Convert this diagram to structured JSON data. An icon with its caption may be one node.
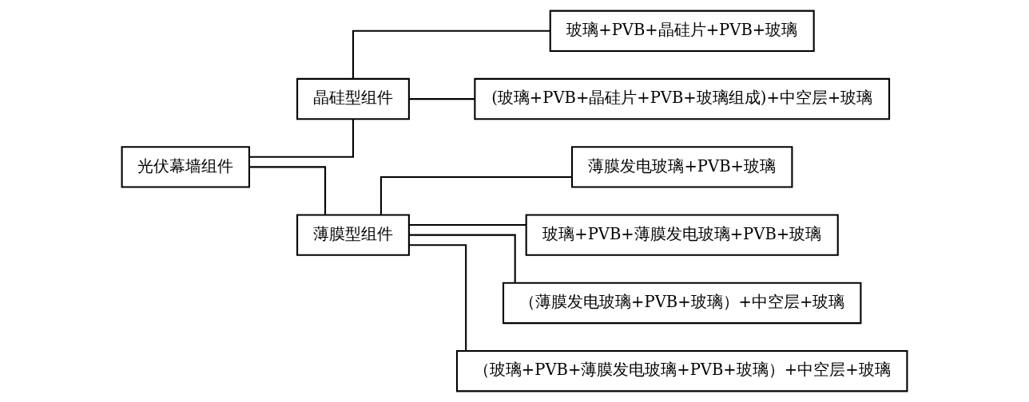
{
  "diagram": {
    "nodes": [
      {
        "text": [
          "光伏幕墙组件"
        ]
      },
      {
        "text": [
          "晶硅型组件"
        ]
      },
      {
        "text": [
          "玻璃+PVB+晶硅片+PVB+玻璃"
        ]
      },
      {
        "text": [
          "(玻璃+PVB+晶硅片+PVB+玻璃组成)+中空层+玻璃"
        ]
      },
      {
        "text": [
          "薄膜型组件"
        ]
      },
      {
        "text": [
          "薄膜发电玻璃+PVB+玻璃"
        ]
      },
      {
        "text": [
          "玻璃+PVB+薄膜发电玻璃+PVB+玻璃"
        ]
      },
      {
        "text": [
          "（薄膜发电玻璃+PVB+玻璃）+中空层+玻璃"
        ]
      },
      {
        "text": [
          "（玻璃+PVB+薄膜发电玻璃+PVB+玻璃）+中空层+玻璃"
        ]
      }
    ],
    "edges": [
      {
        "from": 0,
        "to": 1,
        "arrow": "none"
      },
      {
        "from": 0,
        "to": 4,
        "arrow": "none"
      },
      {
        "from": 1,
        "to": 2,
        "arrow": "none"
      },
      {
        "from": 1,
        "to": 3,
        "arrow": "none"
      },
      {
        "from": 4,
        "to": 5,
        "arrow": "none"
      },
      {
        "from": 4,
        "to": 6,
        "arrow": "none"
      },
      {
        "from": 4,
        "to": 7,
        "arrow": "none"
      },
      {
        "from": 4,
        "to": 8,
        "arrow": "none"
      }
    ]
  }
}
